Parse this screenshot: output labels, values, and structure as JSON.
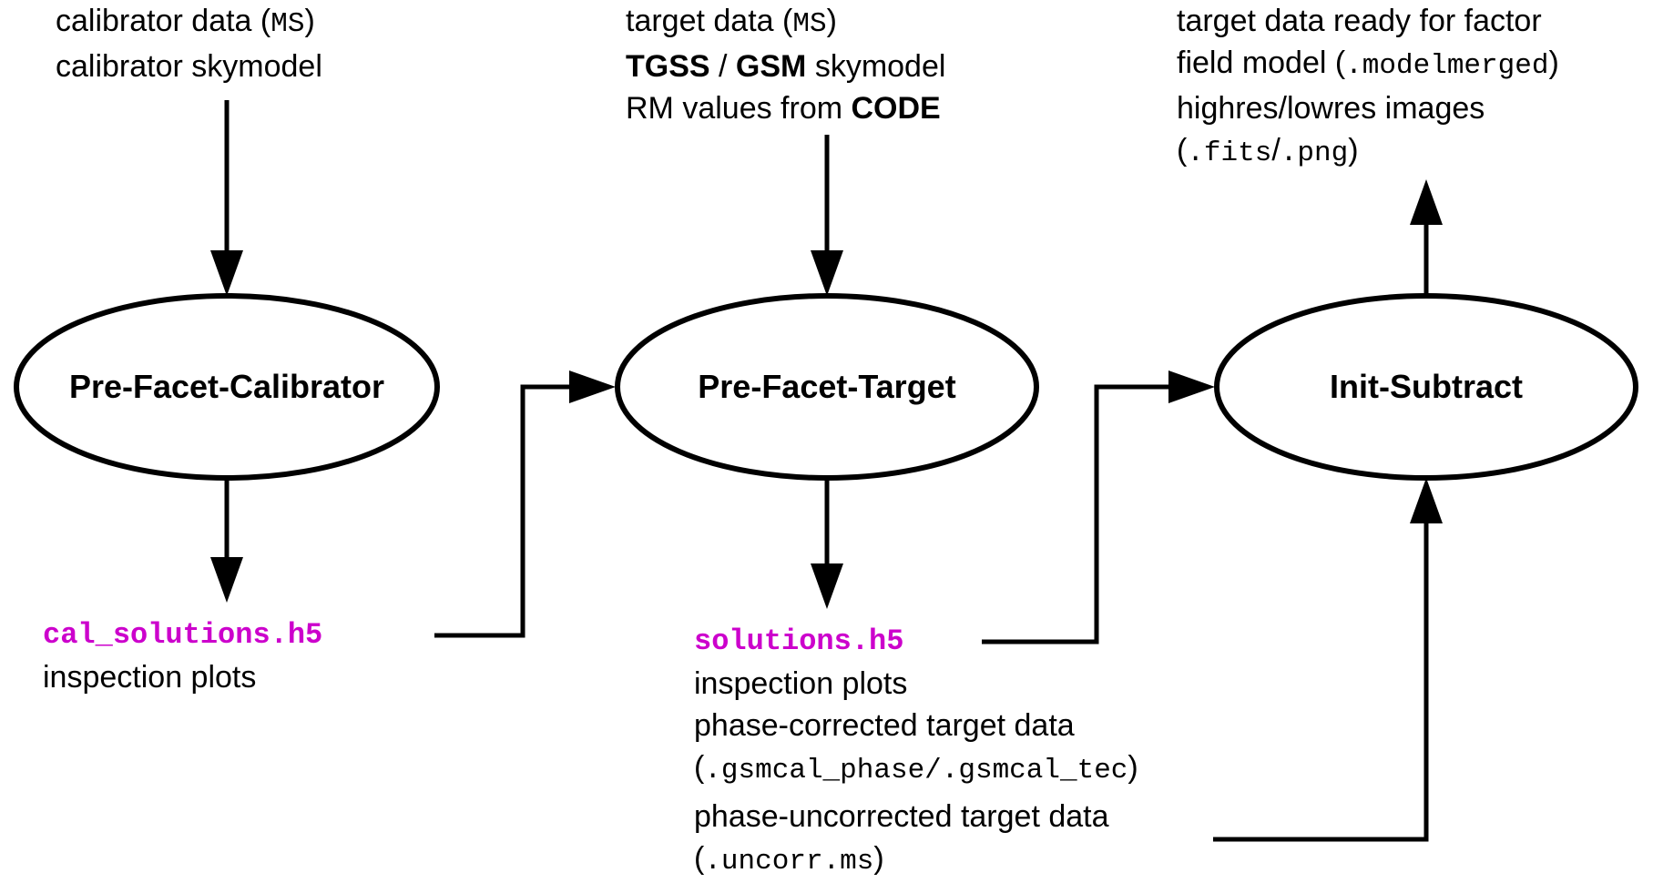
{
  "nodes": {
    "pfc": "Pre-Facet-Calibrator",
    "pft": "Pre-Facet-Target",
    "init": "Init-Subtract"
  },
  "cal_input": {
    "l1_a": "calibrator data (",
    "l1_b": "MS",
    "l1_c": ")",
    "l2": "calibrator skymodel"
  },
  "target_input": {
    "l1_a": "target data (",
    "l1_b": "MS",
    "l1_c": ")",
    "l2_a": "TGSS",
    "l2_b": " / ",
    "l2_c": "GSM",
    "l2_d": " skymodel",
    "l3_a": "RM values from ",
    "l3_b": "CODE"
  },
  "final_output": {
    "l1": "target data ready for factor",
    "l2_a": "field model (",
    "l2_b": ".modelmerged",
    "l2_c": ")",
    "l3": "highres/lowres images",
    "l4_a": "(",
    "l4_b": ".fits",
    "l4_c": "/",
    "l4_d": ".png",
    "l4_e": ")"
  },
  "cal_output": {
    "file": "cal_solutions.h5",
    "l2": "inspection plots"
  },
  "target_output": {
    "file": "solutions.h5",
    "l2": "inspection plots",
    "l3": "phase-corrected target data",
    "l4_a": "(",
    "l4_b": ".gsmcal_phase/.gsmcal_tec",
    "l4_c": ")",
    "l5": "phase-uncorrected target data",
    "l6_a": "(",
    "l6_b": ".uncorr.ms",
    "l6_c": ")"
  },
  "colors": {
    "highlight": "#cc00cc",
    "line": "#000000"
  }
}
